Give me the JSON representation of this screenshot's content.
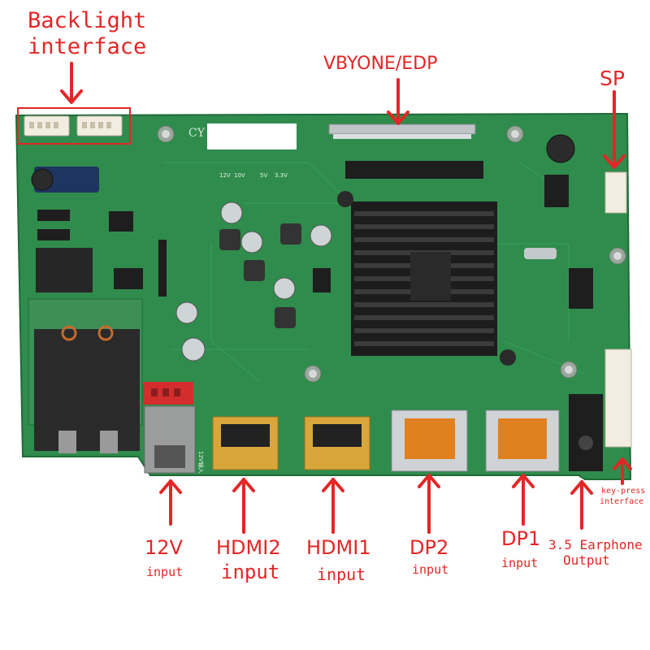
{
  "colors": {
    "label": "#e32626",
    "arrow": "#e32626",
    "pcb": "#2f8c4c",
    "pcb_edge": "#1f6b37",
    "heatsink": "#1c1c1c",
    "connector_gold": "#d9a63b",
    "dp_orange": "#e0801f"
  },
  "labels": {
    "backlight_line1": "Backlight",
    "backlight_line2": "interface",
    "vbyone_edp": "VBYONE/EDP",
    "sp": "SP",
    "v12": "12V",
    "v12_sub": "input",
    "hdmi2": "HDMI2",
    "hdmi2_sub": "input",
    "hdmi1": "HDMI1",
    "hdmi1_sub": "input",
    "dp2": "DP2",
    "dp2_sub": "input",
    "dp1": "DP1",
    "dp1_sub": "input",
    "earphone_line1": "3.5 Earphone",
    "earphone_line2": "Output",
    "keypress_line1": "key-press",
    "keypress_line2": "interface"
  },
  "board_print": {
    "model_prefix": "CY",
    "jumper_labels": [
      "12V",
      "10V",
      "5V",
      "3.3V"
    ],
    "voltage_mark": "12V输入"
  }
}
